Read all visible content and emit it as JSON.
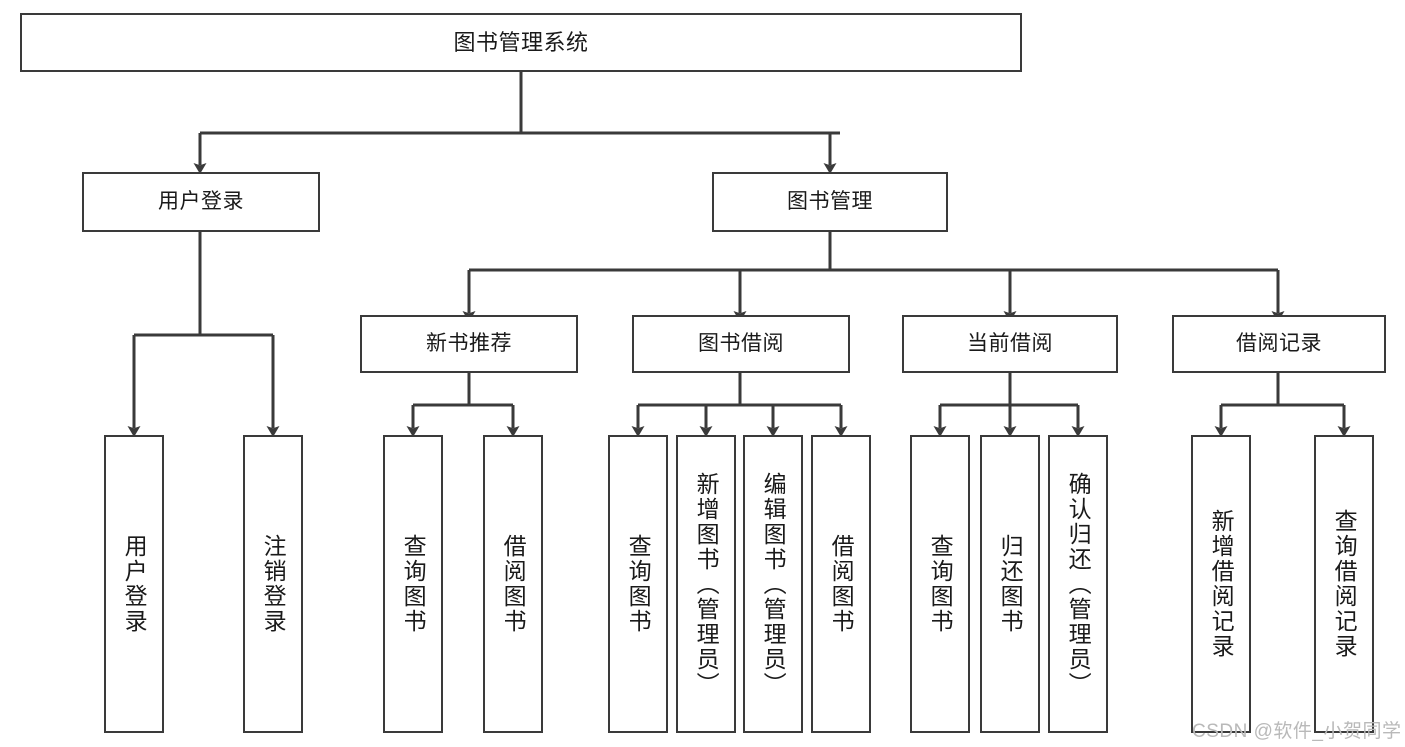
{
  "diagram": {
    "title_node": {
      "id": "root",
      "label": "图书管理系统"
    },
    "level2": [
      {
        "id": "login",
        "label": "用户登录"
      },
      {
        "id": "bookmgmt",
        "label": "图书管理"
      }
    ],
    "level3": [
      {
        "id": "newbook",
        "label": "新书推荐"
      },
      {
        "id": "borrow",
        "label": "图书借阅"
      },
      {
        "id": "current",
        "label": "当前借阅"
      },
      {
        "id": "record",
        "label": "借阅记录"
      }
    ],
    "leaves": {
      "login": [
        {
          "id": "leaf-user-login",
          "label": "用户登录"
        },
        {
          "id": "leaf-user-logout",
          "label": "注销登录"
        }
      ],
      "newbook": [
        {
          "id": "leaf-query-book-1",
          "label": "查询图书"
        },
        {
          "id": "leaf-borrow-book-1",
          "label": "借阅图书"
        }
      ],
      "borrow": [
        {
          "id": "leaf-query-book-2",
          "label": "查询图书"
        },
        {
          "id": "leaf-add-book",
          "label": "新增图书（管理员）"
        },
        {
          "id": "leaf-edit-book",
          "label": "编辑图书（管理员）"
        },
        {
          "id": "leaf-borrow-book-2",
          "label": "借阅图书"
        }
      ],
      "current": [
        {
          "id": "leaf-query-book-3",
          "label": "查询图书"
        },
        {
          "id": "leaf-return-book",
          "label": "归还图书"
        },
        {
          "id": "leaf-confirm-return",
          "label": "确认归还（管理员）"
        }
      ],
      "record": [
        {
          "id": "leaf-add-record",
          "label": "新增借阅记录"
        },
        {
          "id": "leaf-query-record",
          "label": "查询借阅记录"
        }
      ]
    }
  },
  "watermark": {
    "text": "CSDN @软件_小贺同学"
  },
  "colors": {
    "border": "#3a3a3a",
    "background": "#ffffff",
    "text": "#1a1a1a",
    "watermark": "#b9b9b9"
  }
}
